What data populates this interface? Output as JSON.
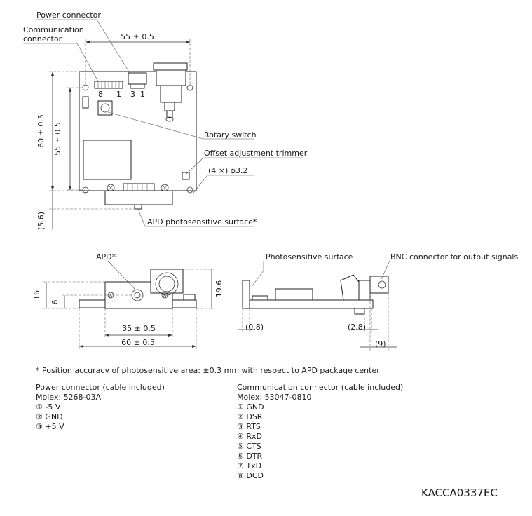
{
  "top_view": {
    "power_connector": "Power connector",
    "communication_connector_line1": "Communication",
    "communication_connector_line2": "connector",
    "width_dim": "55 ± 0.5",
    "pin8": "8",
    "pin1_comm": "1",
    "pin3": "3",
    "pin1_power": "1",
    "height_outer_dim": "60 ± 0.5",
    "height_inner_dim": "55 ± 0.5",
    "rotary_switch": "Rotary switch",
    "offset_trimmer": "Offset adjustment trimmer",
    "holes": "(4 ×) ϕ3.2",
    "apd_offset_dim": "(5.6)",
    "apd_surface": "APD photosensitive surface*"
  },
  "front_view": {
    "apd_label": "APD*",
    "dim_16": "16",
    "dim_6": "6",
    "dim_19_6": "19.6",
    "dim_35": "35 ± 0.5",
    "dim_60": "60 ± 0.5"
  },
  "side_view": {
    "photosensitive_surface": "Photosensitive surface",
    "bnc_connector": "BNC connector for output signals",
    "dim_0_8": "(0.8)",
    "dim_2_8": "(2.8)",
    "dim_9": "(9)"
  },
  "notes": {
    "footnote": "* Position accuracy of photosensitive area:  ±0.3 mm with respect to APD package center",
    "power": {
      "title": "Power connector (cable included)",
      "molex": "Molex:  5268-03A",
      "pins": [
        "① -5 V",
        "② GND",
        "③ +5 V"
      ]
    },
    "comm": {
      "title": "Communication connector (cable included)",
      "molex": "Molex:  53047-0810",
      "pins": [
        "① GND",
        "② DSR",
        "③ RTS",
        "④ RxD",
        "⑤ CTS",
        "⑥ DTR",
        "⑦ TxD",
        "⑧ DCD"
      ]
    }
  },
  "drawing_code": "KACCA0337EC"
}
